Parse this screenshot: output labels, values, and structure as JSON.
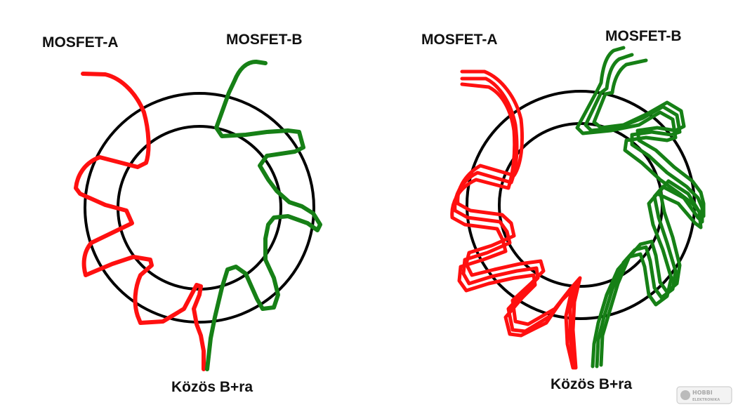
{
  "left_diagram": {
    "label_a": "MOSFET-A",
    "label_b": "MOSFET-B",
    "label_common": "Közös B+ra"
  },
  "right_diagram": {
    "label_a": "MOSFET-A",
    "label_b": "MOSFET-B",
    "label_common": "Közös B+ra"
  },
  "watermark": {
    "text": "HOBBI",
    "subtext": "ELEKTRONIKA"
  },
  "colors": {
    "winding_a": "#ff1010",
    "winding_b": "#168016",
    "core": "#000000"
  }
}
